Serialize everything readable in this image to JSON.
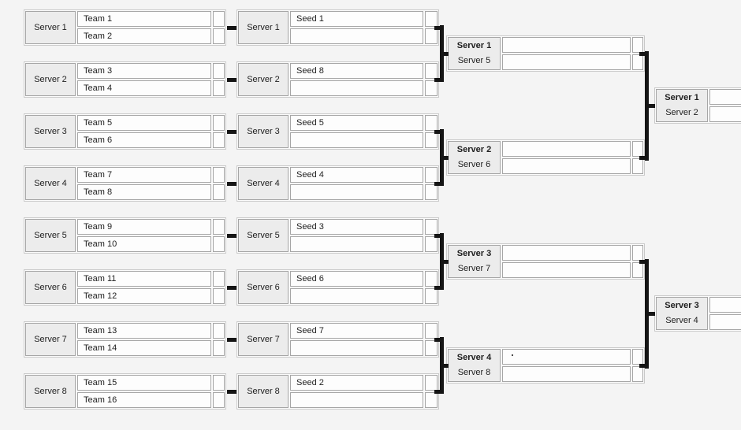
{
  "colors": {
    "page_bg": "#f4f4f4",
    "block_bg": "#fbfbfb",
    "label_bg": "#ececec",
    "row_bg": "#fdfdfd",
    "border_inner": "#a6a6a6",
    "border_outer": "#c9c9c9",
    "connector": "#151515",
    "text": "#1e1e1e"
  },
  "bracket": {
    "round1": [
      {
        "server": "Server 1",
        "slots": [
          "Team 1",
          "Team 2"
        ]
      },
      {
        "server": "Server 2",
        "slots": [
          "Team 3",
          "Team 4"
        ]
      },
      {
        "server": "Server 3",
        "slots": [
          "Team 5",
          "Team 6"
        ]
      },
      {
        "server": "Server 4",
        "slots": [
          "Team 7",
          "Team 8"
        ]
      },
      {
        "server": "Server 5",
        "slots": [
          "Team 9",
          "Team 10"
        ]
      },
      {
        "server": "Server 6",
        "slots": [
          "Team 11",
          "Team 12"
        ]
      },
      {
        "server": "Server 7",
        "slots": [
          "Team 13",
          "Team 14"
        ]
      },
      {
        "server": "Server 8",
        "slots": [
          "Team 15",
          "Team 16"
        ]
      }
    ],
    "round2": [
      {
        "server": "Server 1",
        "slots": [
          "Seed 1",
          ""
        ]
      },
      {
        "server": "Server 2",
        "slots": [
          "Seed 8",
          ""
        ]
      },
      {
        "server": "Server 3",
        "slots": [
          "Seed 5",
          ""
        ]
      },
      {
        "server": "Server 4",
        "slots": [
          "Seed 4",
          ""
        ]
      },
      {
        "server": "Server 5",
        "slots": [
          "Seed 3",
          ""
        ]
      },
      {
        "server": "Server 6",
        "slots": [
          "Seed 6",
          ""
        ]
      },
      {
        "server": "Server 7",
        "slots": [
          "Seed 7",
          ""
        ]
      },
      {
        "server": "Server 8",
        "slots": [
          "Seed 2",
          ""
        ]
      }
    ],
    "round3": [
      {
        "labels": [
          "Server 1",
          "Server 5"
        ],
        "slots": [
          "",
          ""
        ]
      },
      {
        "labels": [
          "Server 2",
          "Server 6"
        ],
        "slots": [
          "",
          ""
        ]
      },
      {
        "labels": [
          "Server 3",
          "Server 7"
        ],
        "slots": [
          "",
          ""
        ]
      },
      {
        "labels": [
          "Server 4",
          "Server 8"
        ],
        "slots": [
          "",
          ""
        ]
      }
    ],
    "round4": [
      {
        "labels": [
          "Server 1",
          "Server 2"
        ],
        "slots": [
          "",
          ""
        ]
      },
      {
        "labels": [
          "Server 3",
          "Server 4"
        ],
        "slots": [
          "",
          ""
        ]
      }
    ]
  }
}
